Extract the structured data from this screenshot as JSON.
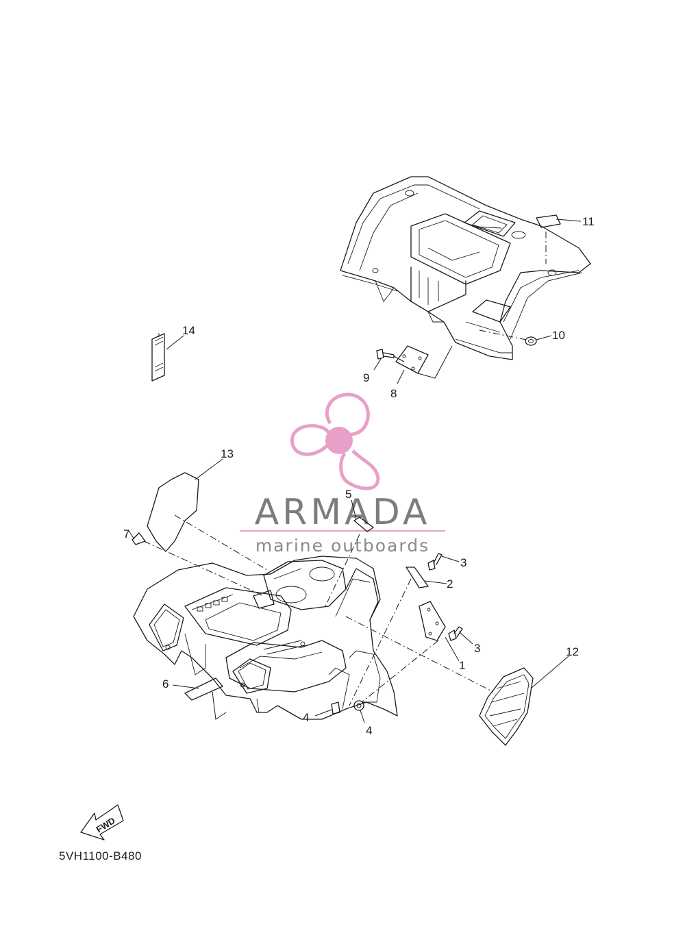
{
  "diagram": {
    "code": "5VH1100-B480",
    "fwd_label": "FWD",
    "callouts": {
      "c1": "1",
      "c2": "2",
      "c3a": "3",
      "c3b": "3",
      "c4a": "4",
      "c4b": "4",
      "c5": "5",
      "c6": "6",
      "c7": "7",
      "c8": "8",
      "c9": "9",
      "c10": "10",
      "c11": "11",
      "c12": "12",
      "c13": "13",
      "c14": "14"
    }
  },
  "watermark": {
    "brand": "ARMADA",
    "tagline": "marine outboards",
    "logo_color": "#e8a0c8",
    "text_color": "#7d7d7d"
  }
}
